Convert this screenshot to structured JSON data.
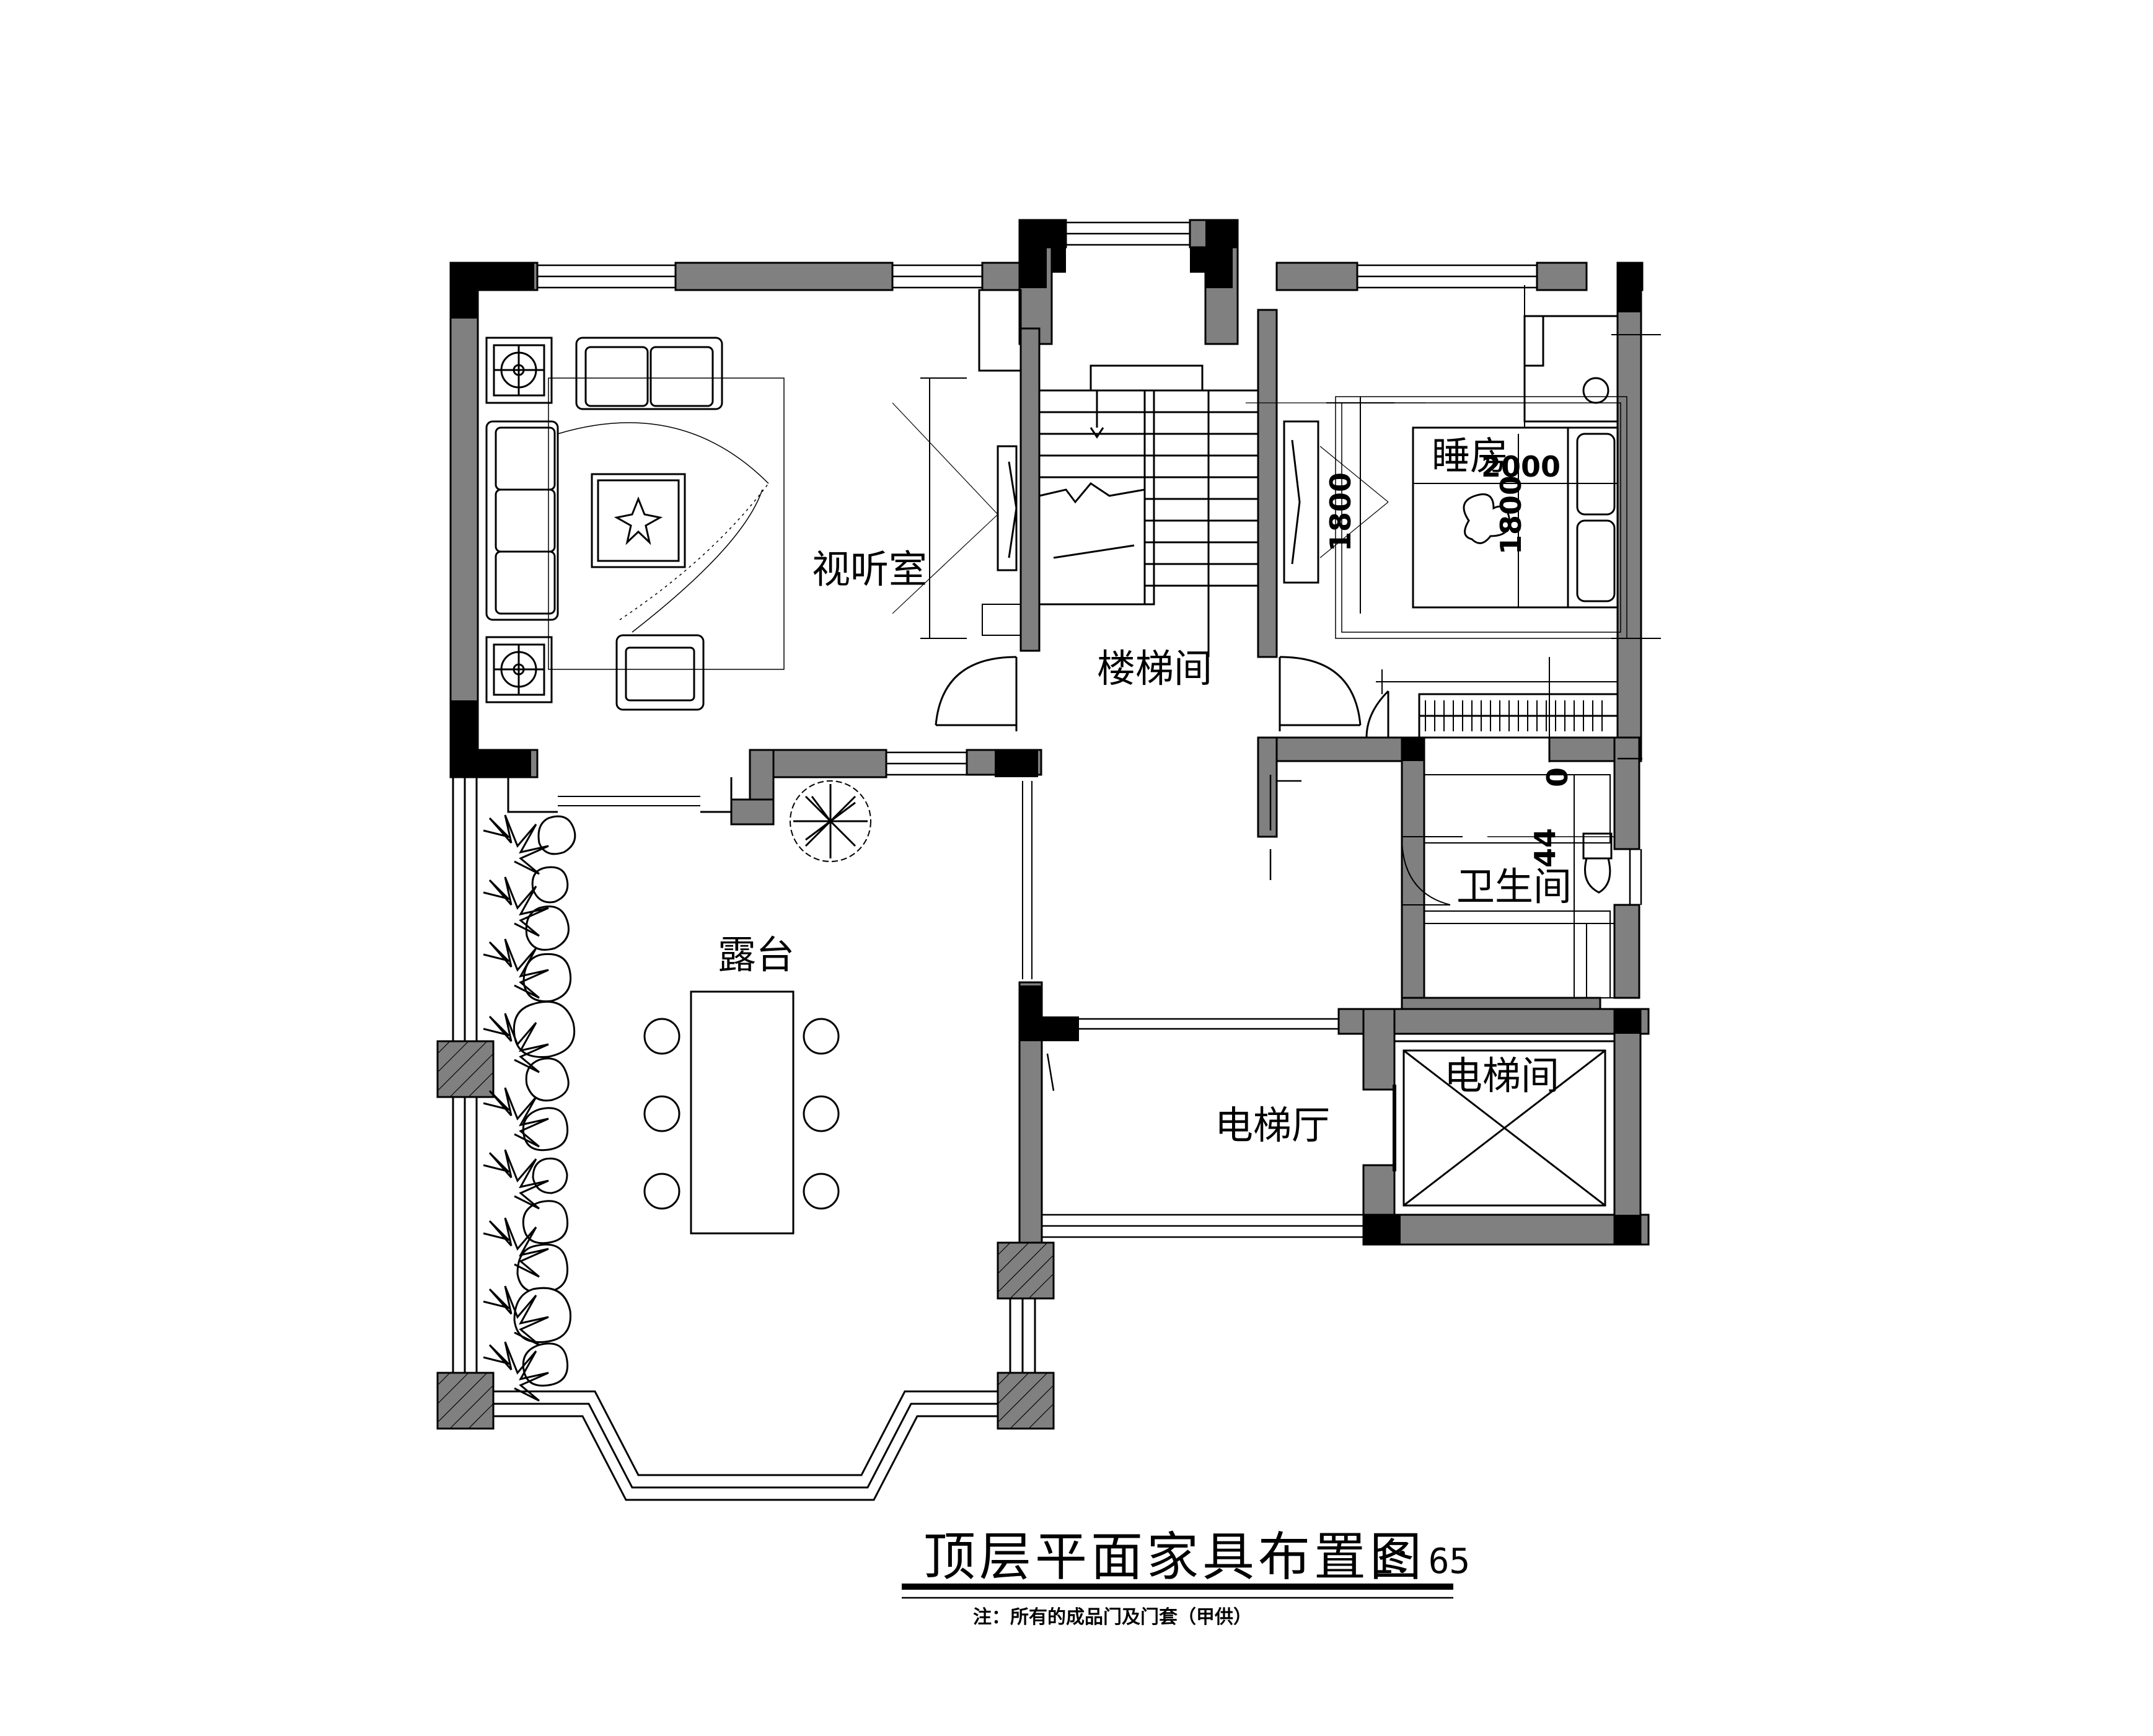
{
  "colors": {
    "wall": "#808080",
    "column": "#000000",
    "line": "#000000",
    "bg": "#ffffff"
  },
  "rooms": {
    "av_room": "视听室",
    "stairwell": "楼梯间",
    "bedroom": "睡房",
    "bathroom": "卫生间",
    "terrace": "露台",
    "elevator_hall": "电梯厅",
    "elevator": "电梯间"
  },
  "dimensions": {
    "bed_width": "2000",
    "bed_length": "1800",
    "wardrobe_width": "1800",
    "bath_mark": "44",
    "bath_mark_small": "0"
  },
  "title": {
    "text": "顶层平面家具布置图",
    "scale": "1：65",
    "note": "注：所有的成品门及门套（甲供）"
  },
  "icons": [
    "sofa-icon",
    "armchair-icon",
    "coffee-table-icon",
    "side-table-icon",
    "tv-cabinet-icon",
    "bed-icon",
    "wardrobe-icon",
    "toilet-icon",
    "plant-icon",
    "dining-table-icon",
    "chair-icon",
    "elevator-icon",
    "door-swing-icon"
  ]
}
